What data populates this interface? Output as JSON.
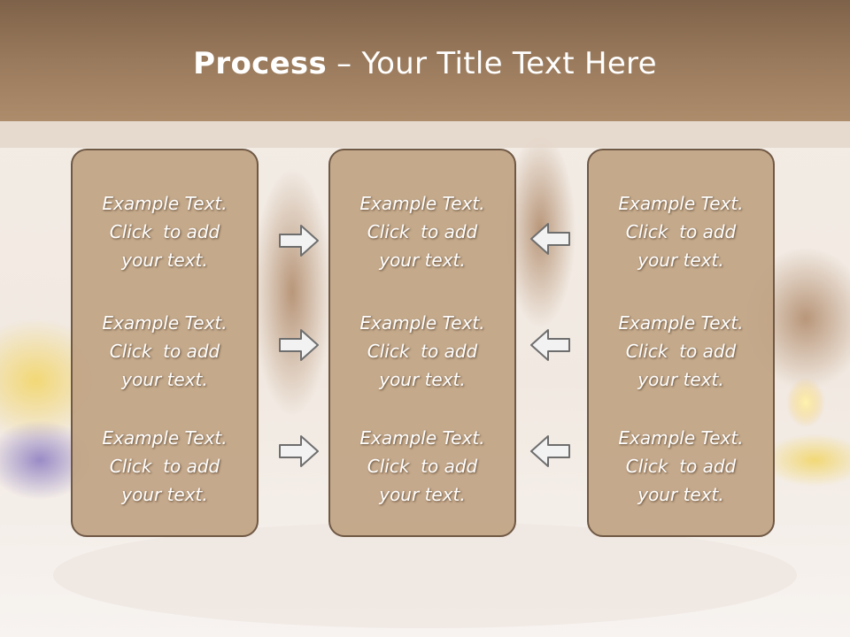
{
  "title": {
    "bold": "Process",
    "rest": " – Your Title Text Here"
  },
  "columns": [
    {
      "blocks": [
        {
          "l1": "Example Text.",
          "l2": "Click  to add",
          "l3": "your text."
        },
        {
          "l1": "Example Text.",
          "l2": "Click  to add",
          "l3": "your text."
        },
        {
          "l1": "Example Text.",
          "l2": "Click  to add",
          "l3": "your text."
        }
      ]
    },
    {
      "blocks": [
        {
          "l1": "Example Text.",
          "l2": "Click  to add",
          "l3": "your text."
        },
        {
          "l1": "Example Text.",
          "l2": "Click  to add",
          "l3": "your text."
        },
        {
          "l1": "Example Text.",
          "l2": "Click  to add",
          "l3": "your text."
        }
      ]
    },
    {
      "blocks": [
        {
          "l1": "Example Text.",
          "l2": "Click  to add",
          "l3": "your text."
        },
        {
          "l1": "Example Text.",
          "l2": "Click  to add",
          "l3": "your text."
        },
        {
          "l1": "Example Text.",
          "l2": "Click  to add",
          "l3": "your text."
        }
      ]
    }
  ],
  "icons": {
    "left_arrows": "arrow-right-icon",
    "right_arrows": "arrow-left-icon"
  },
  "colors": {
    "title_bar": "#9a7a5c",
    "box_fill": "#c1a484",
    "box_border": "#6f5844",
    "text": "#ffffff"
  }
}
